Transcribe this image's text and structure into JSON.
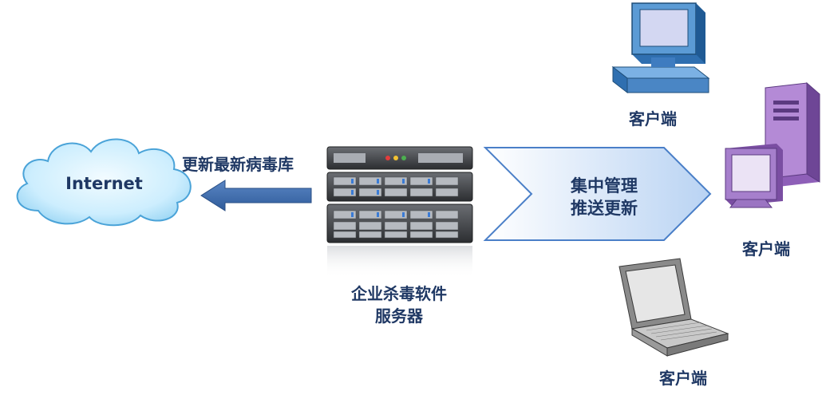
{
  "cloud": {
    "label": "Internet"
  },
  "update_arrow": {
    "label": "更新最新病毒库"
  },
  "server": {
    "label_line1": "企业杀毒软件",
    "label_line2": "服务器"
  },
  "push_arrow": {
    "label_line1": "集中管理",
    "label_line2": "推送更新"
  },
  "clients": [
    {
      "label": "客户端"
    },
    {
      "label": "客户端"
    },
    {
      "label": "客户端"
    }
  ]
}
